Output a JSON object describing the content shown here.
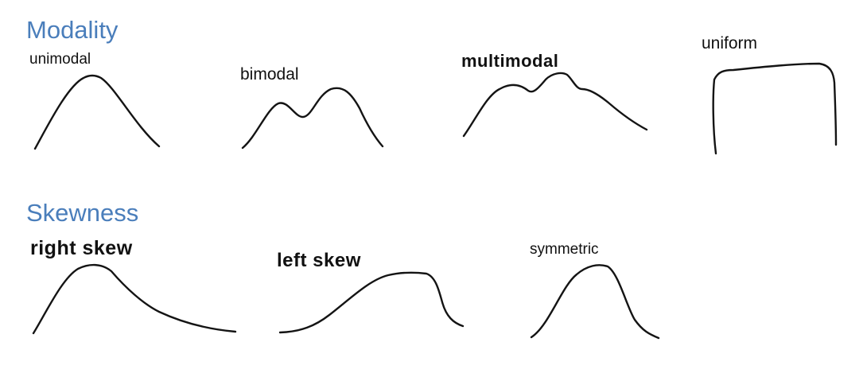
{
  "colors": {
    "heading": "#4a7ebb",
    "curve": "#141414",
    "text": "#111111"
  },
  "sections": [
    {
      "heading": "Modality",
      "shapes": [
        {
          "id": "unimodal",
          "label": "unimodal"
        },
        {
          "id": "bimodal",
          "label": "bimodal"
        },
        {
          "id": "multimodal",
          "label": "multimodal"
        },
        {
          "id": "uniform",
          "label": "uniform"
        }
      ]
    },
    {
      "heading": "Skewness",
      "shapes": [
        {
          "id": "right-skew",
          "label": "right skew"
        },
        {
          "id": "left-skew",
          "label": "left skew"
        },
        {
          "id": "symmetric",
          "label": "symmetric"
        }
      ]
    }
  ]
}
